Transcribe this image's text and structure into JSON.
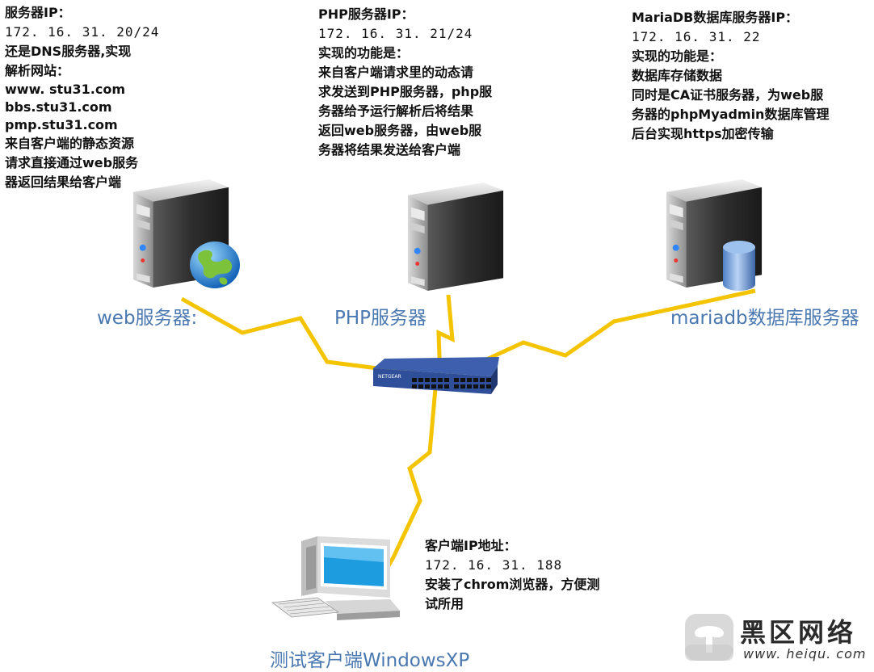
{
  "web_server": {
    "info_lines": [
      "服务器IP：",
      "172. 16. 31. 20/24",
      "还是DNS服务器,实现",
      "解析网站：",
      "www. stu31.com",
      "bbs.stu31.com",
      "pmp.stu31.com",
      "来自客户端的静态资源",
      "请求直接通过web服务",
      "器返回结果给客户端"
    ],
    "label": "web服务器:"
  },
  "php_server": {
    "info_lines": [
      "PHP服务器IP：",
      "172. 16. 31. 21/24",
      "实现的功能是：",
      "来自客户端请求里的动态请",
      "求发送到PHP服务器，php服",
      "务器给予运行解析后将结果",
      "返回web服务器，由web服",
      "务器将结果发送给客户端"
    ],
    "label": "PHP服务器"
  },
  "db_server": {
    "info_lines": [
      "MariaDB数据库服务器IP：",
      "172. 16. 31. 22",
      "实现的功能是：",
      "数据库存储数据",
      "同时是CA证书服务器，为web服",
      "务器的phpMyadmin数据库管理",
      "后台实现https加密传输"
    ],
    "label": "mariadb数据库服务器"
  },
  "client": {
    "info_lines": [
      "客户端IP地址：",
      "172. 16. 31. 188",
      "安装了chrom浏览器，方便测",
      "试所用"
    ],
    "label": "测试客户端WindowsXP"
  },
  "switch": {
    "brand": "NETGEAR"
  },
  "watermark": {
    "text": "黑区网络",
    "url": "www. heiqu. com"
  },
  "colors": {
    "link": "#f5c400",
    "label": "#4a78b0",
    "switch": "#2f4f9a",
    "server": "#2b2b2b"
  },
  "icons": [
    "server-icon",
    "globe-icon",
    "database-icon",
    "switch-icon",
    "computer-icon",
    "watermark-logo-icon"
  ]
}
